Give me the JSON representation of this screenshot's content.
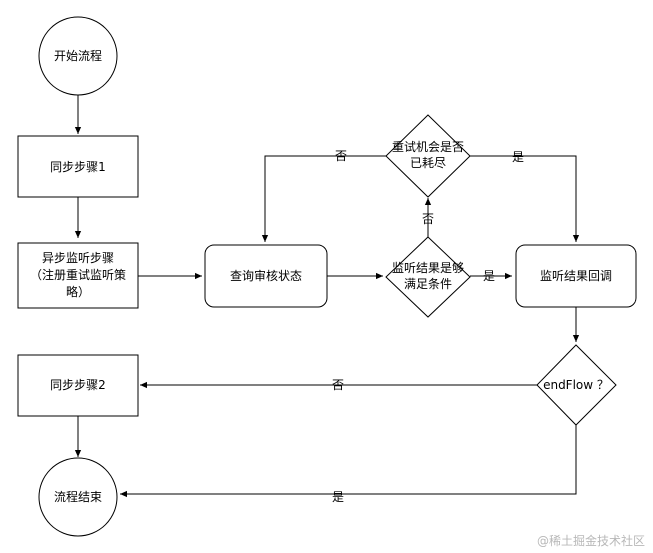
{
  "nodes": {
    "start": "开始流程",
    "sync1": "同步步骤1",
    "async_line1": "异步监听步骤",
    "async_line2": "（注册重试监听策",
    "async_line3": "略）",
    "query": "查询审核状态",
    "check_line1": "监听结果是够",
    "check_line2": "满足条件",
    "retry_line1": "重试机会是否",
    "retry_line2": "已耗尽",
    "callback": "监听结果回调",
    "endflow": "endFlow ？",
    "sync2": "同步步骤2",
    "end": "流程结束"
  },
  "edges": {
    "retry_no": "否",
    "retry_yes": "是",
    "check_no": "否",
    "check_yes": "是",
    "endflow_no": "否",
    "endflow_yes": "是"
  },
  "watermark": "@稀土掘金技术社区"
}
